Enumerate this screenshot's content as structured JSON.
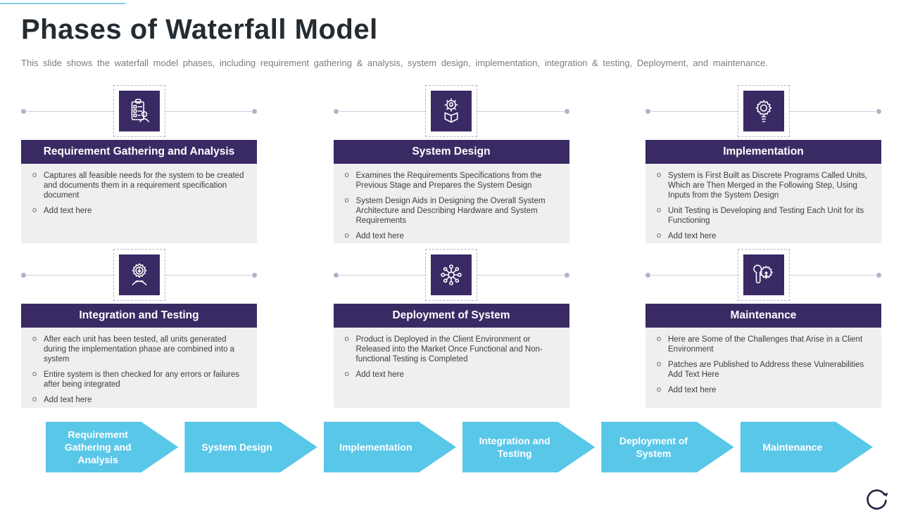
{
  "slide": {
    "title": "Phases of Waterfall Model",
    "subtitle": "This slide shows the waterfall model phases, including requirement  gathering & analysis, system design, implementation,  integration & testing, Deployment,  and maintenance."
  },
  "colors": {
    "accent_purple": "#3a2a64",
    "arrow_blue": "#59c7e8",
    "card_body_gray": "#efefef",
    "connector_gray": "#cfcfd8",
    "top_line_blue": "#82cbe5",
    "spinner_navy": "#272043"
  },
  "phases": [
    {
      "title": "Requirement Gathering and Analysis",
      "icon": "clipboard-person-icon",
      "bullets": [
        "Captures all feasible needs for the system to be created and documents them in a requirement specification document",
        "Add text here"
      ]
    },
    {
      "title": "System Design",
      "icon": "gear-box-icon",
      "bullets": [
        "Examines the Requirements Specifications from the Previous Stage and Prepares the System Design",
        "System Design Aids in Designing the Overall System Architecture and Describing Hardware and System Requirements",
        "Add text here"
      ]
    },
    {
      "title": "Implementation",
      "icon": "bulb-gear-icon",
      "bullets": [
        "System is First Built as Discrete Programs Called Units, Which are Then Merged in the Following Step, Using Inputs from the System Design",
        "Unit Testing is Developing and Testing Each Unit for its Functioning",
        "Add text here"
      ]
    },
    {
      "title": "Integration and Testing",
      "icon": "gear-person-icon",
      "bullets": [
        "After  each unit has been tested, all units generated during the implementation phase are combined into a system",
        "Entire system is then checked for any  errors or failures after being integrated",
        "Add text here"
      ]
    },
    {
      "title": "Deployment of System",
      "icon": "network-hub-icon",
      "bullets": [
        "Product is Deployed in the Client Environment or Released into the Market  Once Functional and Non-functional Testing is Completed",
        "Add text here"
      ]
    },
    {
      "title": "Maintenance",
      "icon": "wrench-gear-icon",
      "bullets": [
        "Here are Some of the Challenges that Arise in a Client Environment",
        "Patches are Published to Address these Vulnerabilities Add Text Here",
        "Add text here"
      ]
    }
  ],
  "flow_arrows": [
    "Requirement Gathering and Analysis",
    "System Design",
    "Implementation",
    "Integration and Testing",
    "Deployment of System",
    "Maintenance"
  ],
  "footer": {
    "spinner_icon": "refresh-icon"
  }
}
